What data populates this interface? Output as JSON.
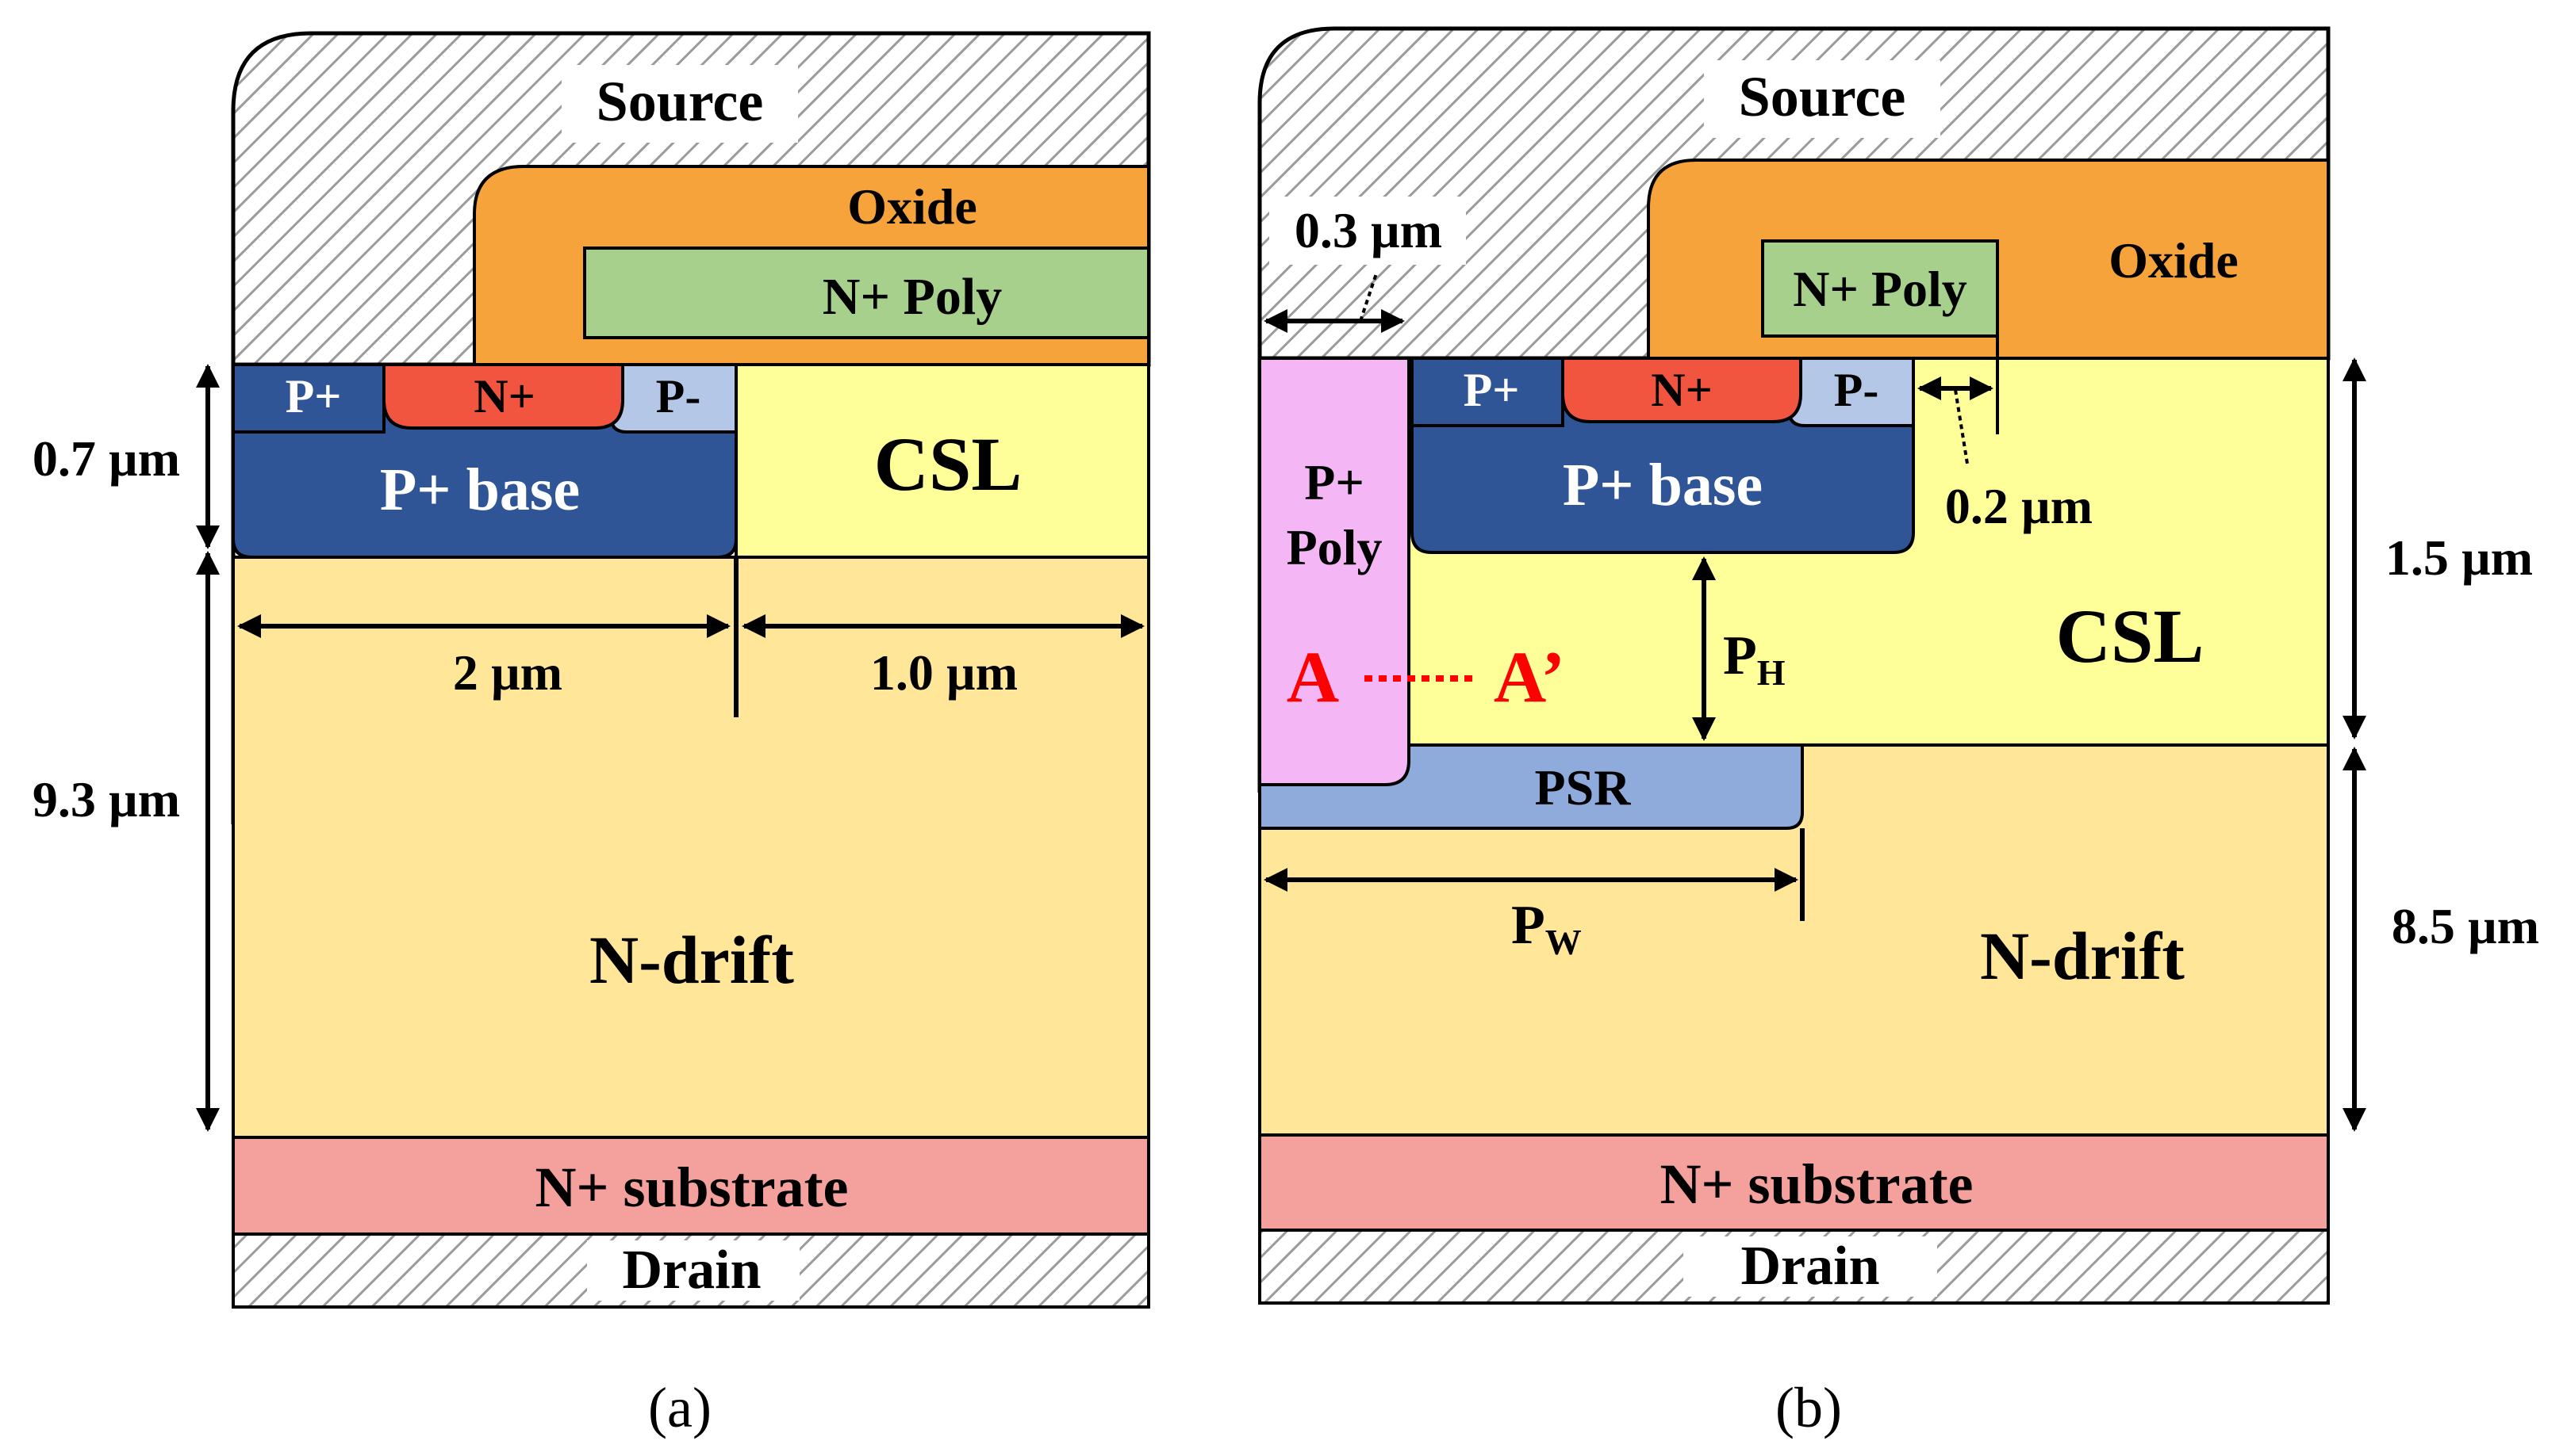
{
  "colors": {
    "oxide": "#f7a33c",
    "n_poly": "#a8d08d",
    "p_plus": "#2f5597",
    "n_plus": "#f2553f",
    "p_minus": "#b4c7e7",
    "csl": "#ffff99",
    "n_drift": "#ffe699",
    "n_substrate": "#f4a09c",
    "p_poly": "#f4b6f4",
    "psr": "#8fabdc",
    "metal_hatch": "#9b9b9b"
  },
  "panel_a": {
    "caption": "(a)",
    "source": "Source",
    "oxide": "Oxide",
    "n_poly": "N+ Poly",
    "p_plus": "P+",
    "n_plus": "N+",
    "p_minus": "P-",
    "p_base": "P+ base",
    "csl": "CSL",
    "n_drift": "N-drift",
    "n_substrate": "N+ substrate",
    "drain": "Drain",
    "dim_base_depth": "0.7 µm",
    "dim_drift_depth": "9.3 µm",
    "dim_base_width": "2 µm",
    "dim_csl_width": "1.0 µm"
  },
  "panel_b": {
    "caption": "(b)",
    "source": "Source",
    "oxide": "Oxide",
    "n_poly": "N+ Poly",
    "p_plus": "P+",
    "n_plus": "N+",
    "p_minus": "P-",
    "p_base": "P+ base",
    "p_poly_line1": "P+",
    "p_poly_line2": "Poly",
    "csl": "CSL",
    "psr": "PSR",
    "n_drift": "N-drift",
    "n_substrate": "N+ substrate",
    "drain": "Drain",
    "cut_a": "A",
    "cut_a_prime": "A’",
    "dim_poly_width": "0.3 µm",
    "dim_gap": "0.2 µm",
    "dim_csl_depth": "1.5 µm",
    "dim_drift_depth": "8.5 µm",
    "dim_ph_main": "P",
    "dim_ph_sub": "H",
    "dim_pw_main": "P",
    "dim_pw_sub": "W"
  }
}
